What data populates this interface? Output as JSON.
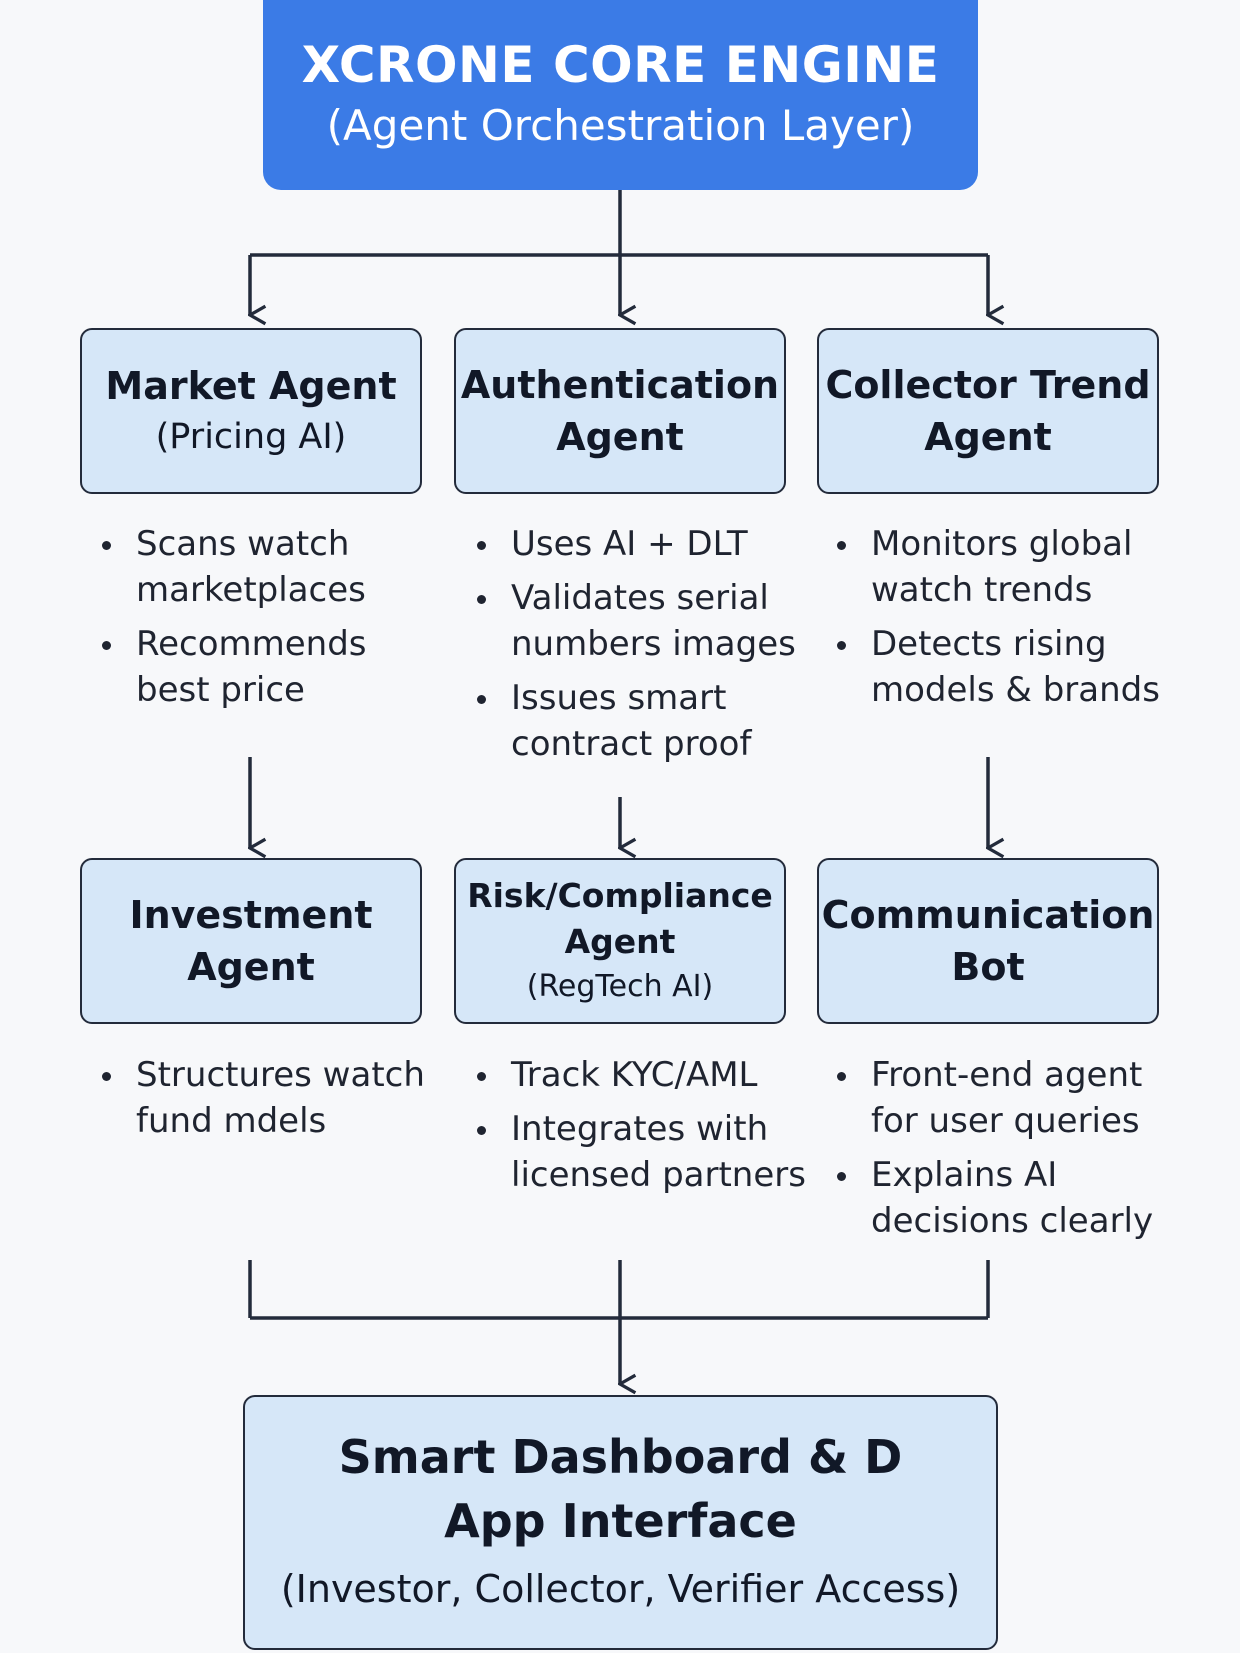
{
  "engine": {
    "title": "XCRONE CORE ENGINE",
    "subtitle": "(Agent Orchestration Layer)"
  },
  "agents_row1": [
    {
      "title_lines": [
        "Market Agent"
      ],
      "subtitle": "(Pricing AI)",
      "bullets": [
        "Scans watch marketplaces",
        "Recommends best price"
      ]
    },
    {
      "title_lines": [
        "Authentication",
        "Agent"
      ],
      "subtitle": "",
      "bullets": [
        "Uses AI + DLT",
        "Validates serial numbers images",
        "Issues smart contract proof"
      ]
    },
    {
      "title_lines": [
        "Collector Trend",
        "Agent"
      ],
      "subtitle": "",
      "bullets": [
        "Monitors global watch trends",
        "Detects rising models & brands"
      ]
    }
  ],
  "agents_row2": [
    {
      "title_lines": [
        "Investment",
        "Agent"
      ],
      "subtitle": "",
      "bullets": [
        "Structures watch fund mdels"
      ]
    },
    {
      "title_lines": [
        "Risk/Compliance",
        "Agent"
      ],
      "subtitle": "(RegTech AI)",
      "bullets": [
        "Track KYC/AML",
        "Integrates with licensed partners"
      ]
    },
    {
      "title_lines": [
        "Communication",
        "Bot"
      ],
      "subtitle": "",
      "bullets": [
        "Front-end agent for user queries",
        "Explains AI decisions clearly"
      ]
    }
  ],
  "dashboard": {
    "title_lines": [
      "Smart Dashboard & D",
      "App Interface"
    ],
    "subtitle": "(Investor, Collector, Verifier Access)"
  },
  "colors": {
    "engine_fill": "#3b7be6",
    "agent_fill": "#d6e7f8",
    "stroke": "#232b3b"
  }
}
